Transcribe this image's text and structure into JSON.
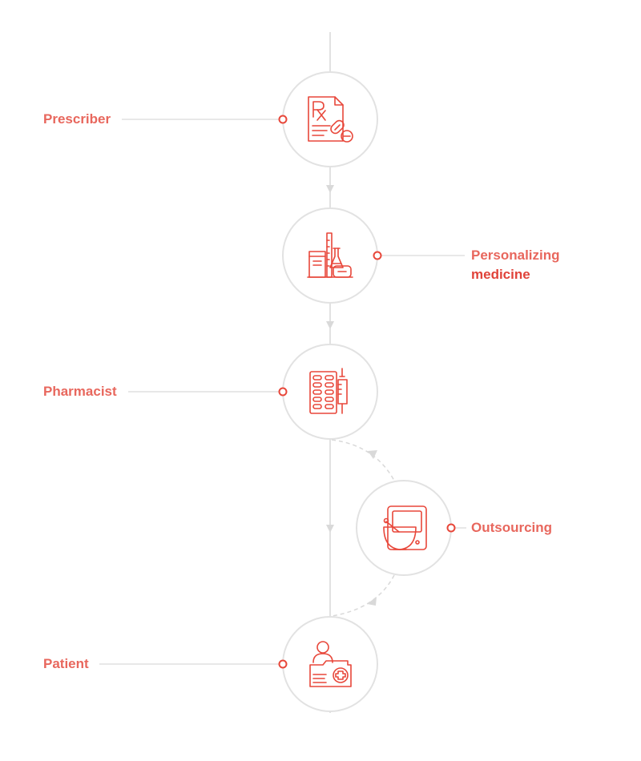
{
  "colors": {
    "accent": "#e8473a",
    "label": "#e8675d",
    "label_strong": "#e0433a",
    "line": "#d9d9d9",
    "circle": "#e2e2e2"
  },
  "nodes": [
    {
      "id": "prescriber",
      "label": "Prescriber",
      "icon": "prescription-icon"
    },
    {
      "id": "personalizing",
      "label": "Personalizing",
      "label_line2": "medicine",
      "icon": "lab-equipment-icon"
    },
    {
      "id": "pharmacist",
      "label": "Pharmacist",
      "icon": "pill-blister-syringe-icon"
    },
    {
      "id": "outsourcing",
      "label": "Outsourcing",
      "icon": "mortar-pestle-icon"
    },
    {
      "id": "patient",
      "label": "Patient",
      "icon": "patient-folder-icon"
    }
  ]
}
